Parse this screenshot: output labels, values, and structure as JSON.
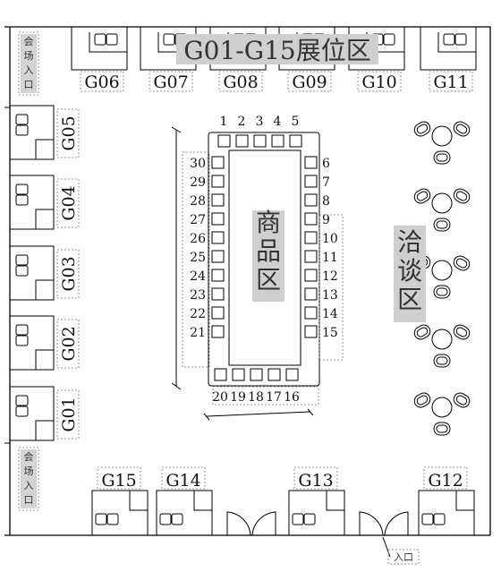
{
  "zones": {
    "booth_zone": "G01-G15展位区",
    "goods_zone": "商品区",
    "chat_zone": "洽谈区"
  },
  "entrances": {
    "venue_entrance_top": "会场入口",
    "venue_entrance_bottom": "会场入口",
    "main_entrance": "入口"
  },
  "booths": {
    "top": [
      "G06",
      "G07",
      "G08",
      "G09",
      "G10",
      "G11"
    ],
    "left": [
      "G05",
      "G04",
      "G03",
      "G02",
      "G01"
    ],
    "bottom": [
      "G15",
      "G14",
      "G13",
      "G12"
    ]
  },
  "seats": {
    "top": [
      "1",
      "2",
      "3",
      "4",
      "5"
    ],
    "right": [
      "6",
      "7",
      "8",
      "9",
      "10",
      "11",
      "12",
      "13",
      "14",
      "15"
    ],
    "bottom": [
      "20",
      "19",
      "18",
      "17",
      "16"
    ],
    "left": [
      "30",
      "29",
      "28",
      "27",
      "26",
      "25",
      "24",
      "23",
      "22",
      "21"
    ]
  },
  "colors": {
    "wall": "#000000",
    "label_highlight": "#c8c8c8",
    "guide_dash": "#777777"
  }
}
